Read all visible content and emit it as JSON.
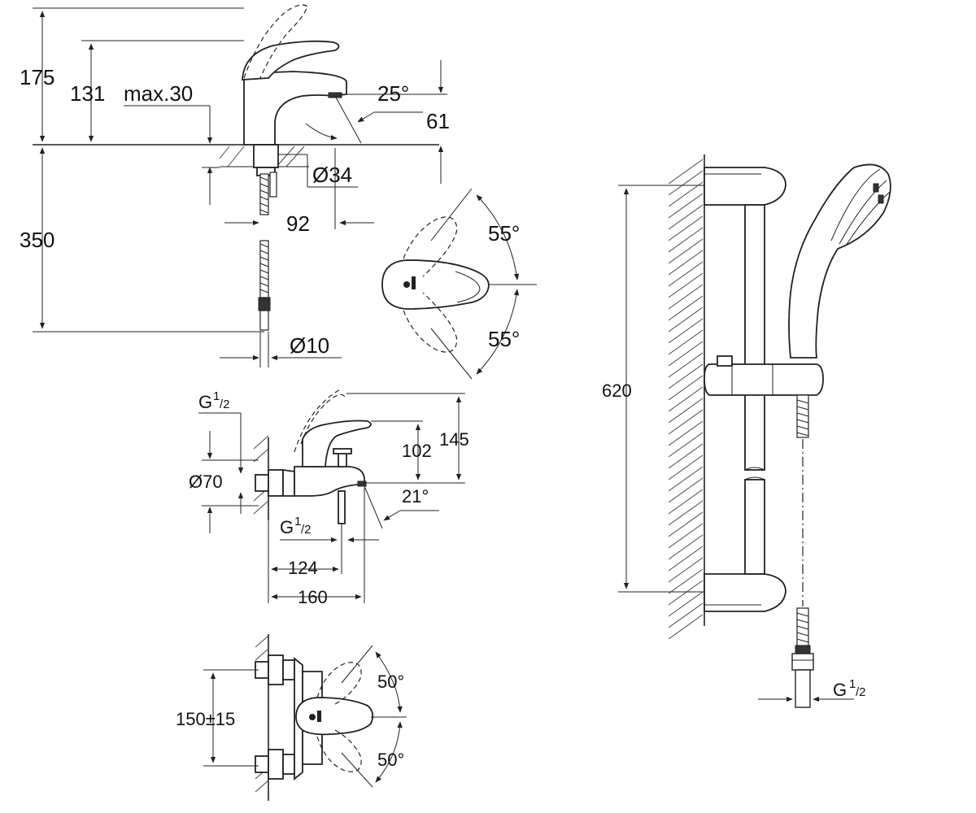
{
  "basin": {
    "h_total": "175",
    "h_body": "131",
    "max_thickness": "max.30",
    "spout_angle": "25°",
    "spout_height": "61",
    "base_dia": "Ø34",
    "depth": "92",
    "hose_length": "350",
    "hose_dia": "Ø10"
  },
  "handle_rotation": {
    "up": "55°",
    "down": "55°"
  },
  "bath": {
    "inlet_thread": "G",
    "thread_sup": "1",
    "thread_sub": "/2",
    "h_body": "102",
    "h_total": "145",
    "rosette_dia": "Ø70",
    "spout_angle": "21°",
    "outlet_thread": "G",
    "outlet_sup": "1",
    "outlet_sub": "/2",
    "depth_spout": "124",
    "depth_total": "160"
  },
  "wall_top": {
    "centers": "150±15",
    "rotation_up": "50°",
    "rotation_down": "50°"
  },
  "shower_rail": {
    "length": "620",
    "hose_thread": "G",
    "hose_sup": "1",
    "hose_sub": "/2"
  }
}
